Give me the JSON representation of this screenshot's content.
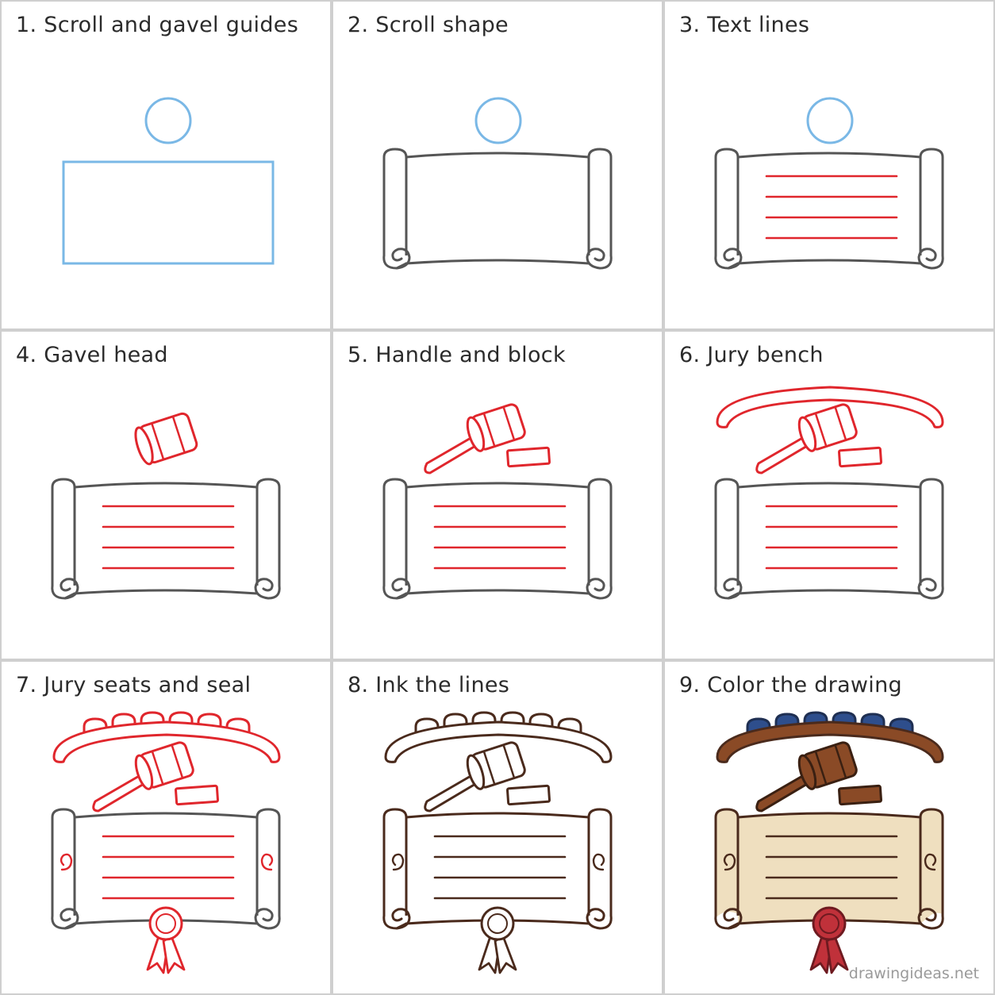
{
  "steps": [
    {
      "number": "1.",
      "title": "Scroll and gavel guides"
    },
    {
      "number": "2.",
      "title": "Scroll shape"
    },
    {
      "number": "3.",
      "title": "Text lines"
    },
    {
      "number": "4.",
      "title": "Gavel head"
    },
    {
      "number": "5.",
      "title": "Handle and block"
    },
    {
      "number": "6.",
      "title": "Jury bench"
    },
    {
      "number": "7.",
      "title": "Jury seats and seal"
    },
    {
      "number": "8.",
      "title": "Ink the lines"
    },
    {
      "number": "9.",
      "title": "Color the drawing"
    }
  ],
  "watermark": "drawingideas.net",
  "colors": {
    "guide_blue": "#7ab8e6",
    "new_red": "#e0262c",
    "pencil_gray": "#555555",
    "ink_brown": "#4a2a1c",
    "parchment": "#efdfbf",
    "wood_brown": "#8a4a26",
    "seat_blue": "#2e4e8c",
    "seal_red": "#c0313a",
    "panel_border": "#cfcfcf"
  }
}
